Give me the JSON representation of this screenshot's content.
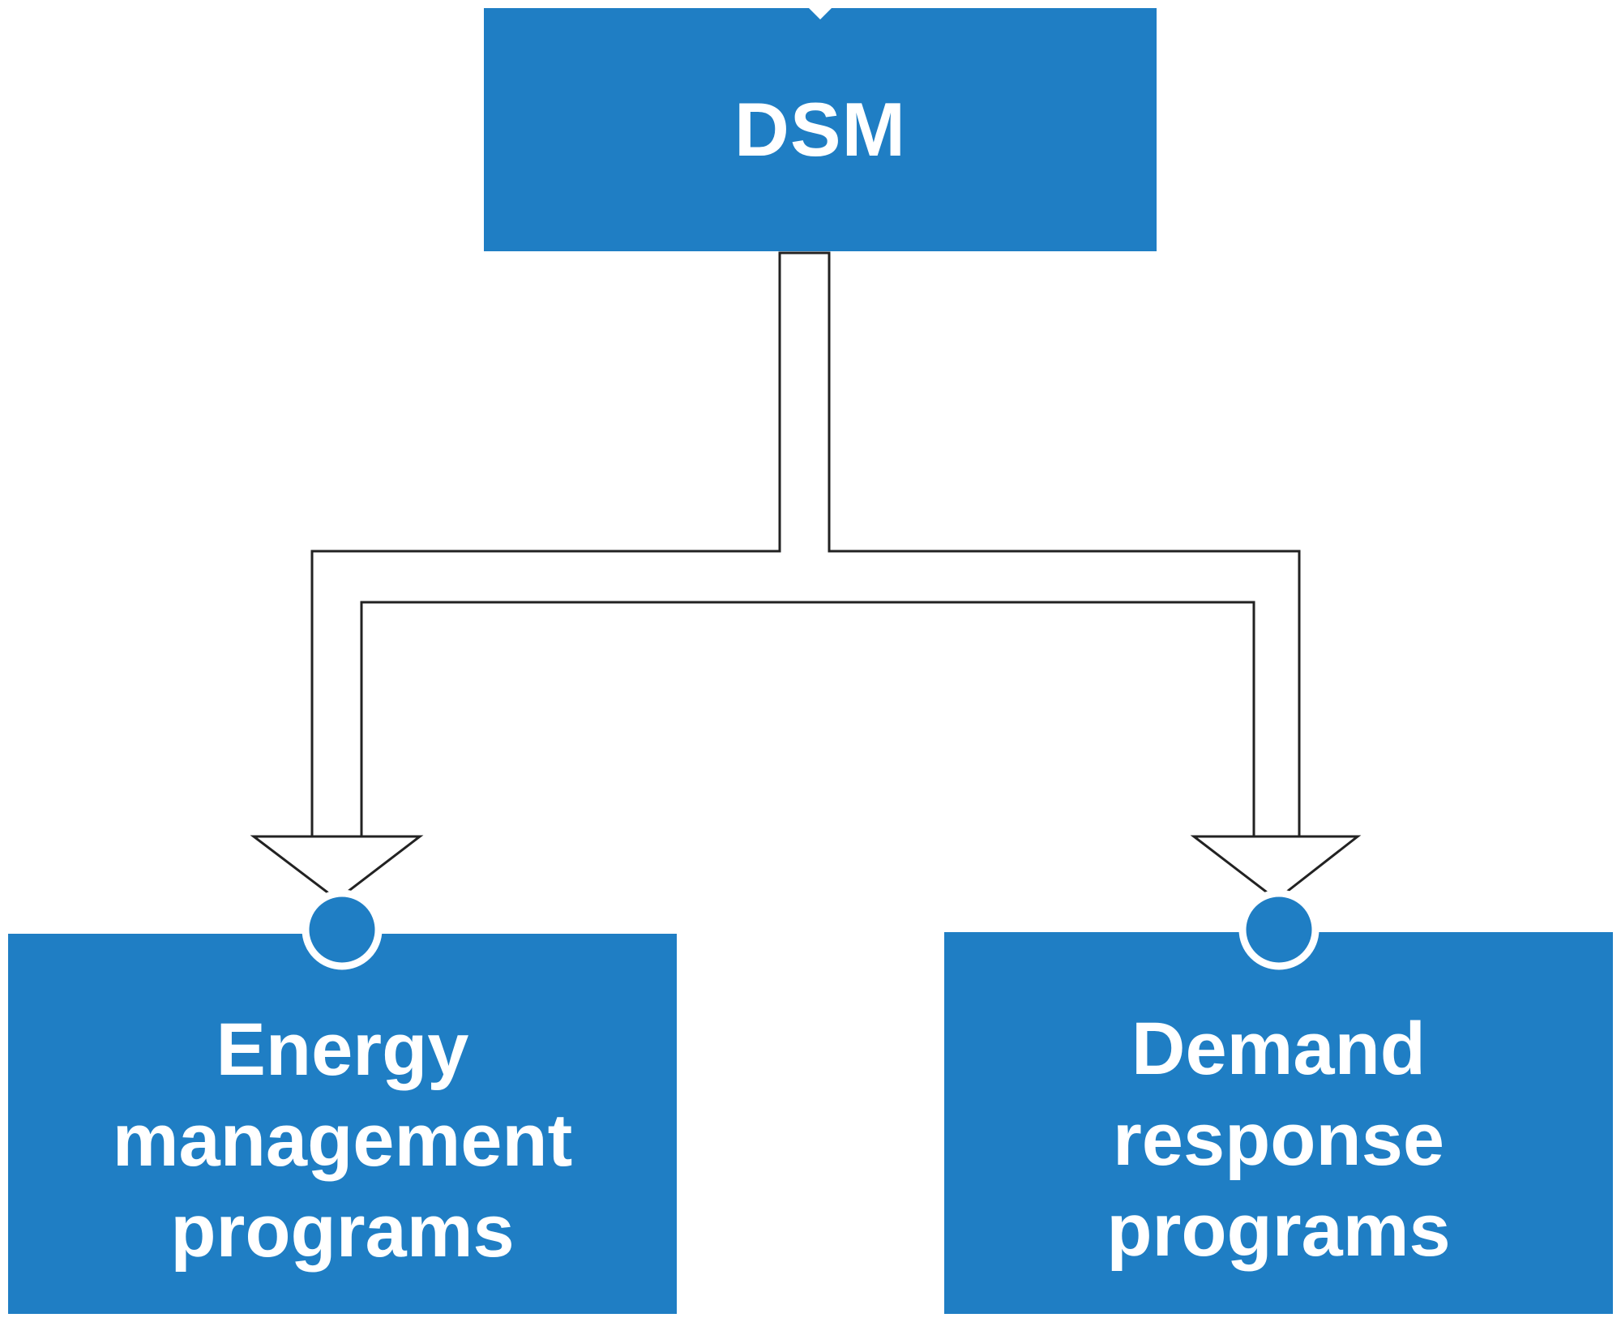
{
  "diagram": {
    "root": {
      "label": "DSM"
    },
    "children": [
      {
        "lines": [
          "Energy",
          "management",
          "programs"
        ]
      },
      {
        "lines": [
          "Demand",
          "response",
          "programs"
        ]
      }
    ]
  },
  "colors": {
    "node_fill": "#1f7ec4",
    "node_text": "#ffffff",
    "connector_fill": "#ffffff",
    "connector_stroke": "#222222"
  }
}
